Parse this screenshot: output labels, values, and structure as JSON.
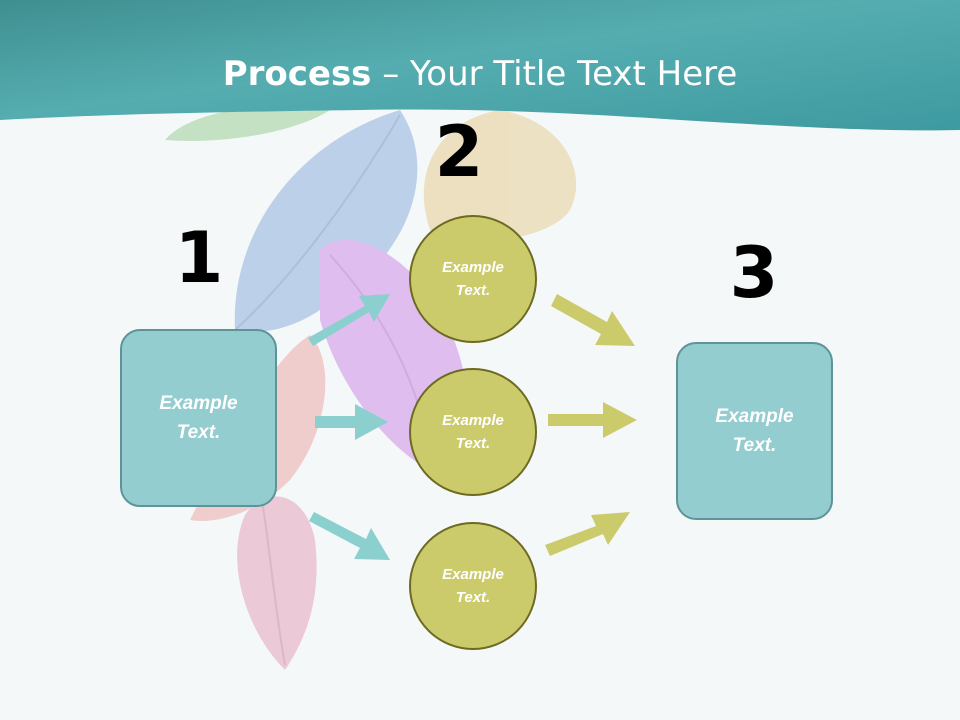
{
  "title": {
    "bold": "Process",
    "rest": " – Your Title Text Here"
  },
  "steps": [
    {
      "number": "1",
      "box_text": "Example\nText."
    },
    {
      "number": "2",
      "circles": [
        "Example\nText.",
        "Example\nText.",
        "Example\nText."
      ]
    },
    {
      "number": "3",
      "box_text": "Example\nText."
    }
  ],
  "colors": {
    "header_teal": "#4ba8ab",
    "box_fill": "#93cdd0",
    "box_border": "#5e9498",
    "circle_fill": "#cccb6b",
    "circle_border": "#6d6a22",
    "arrow_teal": "#8ccfcf",
    "arrow_olive": "#cccb6b"
  }
}
